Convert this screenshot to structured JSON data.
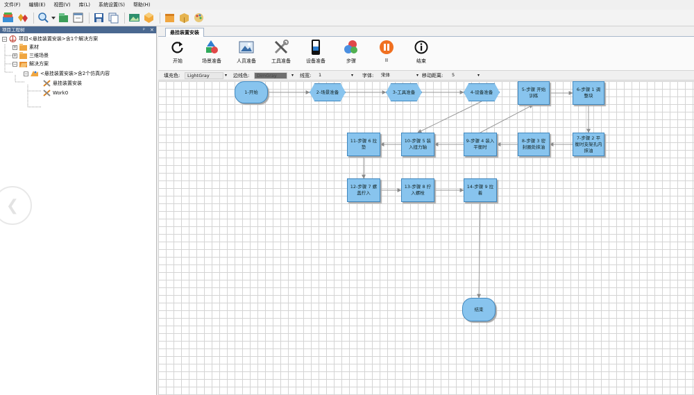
{
  "menu": [
    "文件(F)",
    "编辑(E)",
    "视图(V)",
    "库(L)",
    "系统设置(S)",
    "帮助(H)"
  ],
  "left_panel": {
    "title": "项目工程树",
    "pin": "ᵖ",
    "close": "×",
    "tree": [
      {
        "label": "项目<悬挂装置安装>含1个解决方案"
      },
      {
        "label": "素材"
      },
      {
        "label": "三维场景"
      },
      {
        "label": "解决方案"
      },
      {
        "label": "<悬挂装置安装>含2个仿真内容"
      },
      {
        "label": "悬挂装置安装"
      },
      {
        "label": "Work0"
      }
    ]
  },
  "tab": {
    "label": "悬挂装置安装"
  },
  "ribbon": [
    {
      "label": "开始",
      "icon": "refresh-icon"
    },
    {
      "label": "场景准备",
      "icon": "shapes-icon"
    },
    {
      "label": "人员准备",
      "icon": "picture-icon"
    },
    {
      "label": "工具准备",
      "icon": "tools-icon"
    },
    {
      "label": "设备准备",
      "icon": "device-icon"
    },
    {
      "label": "步骤",
      "icon": "steps-icon"
    },
    {
      "label": "II",
      "icon": "pause-icon"
    },
    {
      "label": "结束",
      "icon": "info-icon"
    }
  ],
  "props": {
    "fill_label": "填充色:",
    "fill_value": "LightGray",
    "line_color_label": "边线色:",
    "line_color_value": "DimGray",
    "line_width_label": "线宽:",
    "line_width_value": "1",
    "font_label": "字体:",
    "font_value": "宋体",
    "move_label": "移动距离:",
    "move_value": "5"
  },
  "flow": {
    "nodes": [
      {
        "id": "n1",
        "label": "1-开始",
        "shape": "round"
      },
      {
        "id": "n2",
        "label": "2-场景准备",
        "shape": "hex"
      },
      {
        "id": "n3",
        "label": "3-工具准备",
        "shape": "hex"
      },
      {
        "id": "n4",
        "label": "4-设备准备",
        "shape": "hex"
      },
      {
        "id": "n5",
        "label": "5-步骤 开始训练",
        "shape": "rect"
      },
      {
        "id": "n6",
        "label": "6-步骤 1 调整块",
        "shape": "rect"
      },
      {
        "id": "n7",
        "label": "7-步骤 2 平衡时支架孔内抹油",
        "shape": "rect"
      },
      {
        "id": "n8",
        "label": "8-步骤 3 密封圈处抹油",
        "shape": "rect"
      },
      {
        "id": "n9",
        "label": "9-步骤 4 装入平衡时",
        "shape": "rect"
      },
      {
        "id": "n10",
        "label": "10-步骤 5 装入扭力轴",
        "shape": "rect"
      },
      {
        "id": "n11",
        "label": "11-步骤 6 拉垫",
        "shape": "rect"
      },
      {
        "id": "n12",
        "label": "12-步骤 7 螺盖拧入",
        "shape": "rect"
      },
      {
        "id": "n13",
        "label": "13-步骤 8 拧入螺栓",
        "shape": "rect"
      },
      {
        "id": "n14",
        "label": "14-步骤 9 拉着",
        "shape": "rect"
      },
      {
        "id": "n15",
        "label": "结束",
        "shape": "round"
      }
    ],
    "edges": [
      [
        "n1",
        "n2"
      ],
      [
        "n2",
        "n3"
      ],
      [
        "n3",
        "n4"
      ],
      [
        "n4",
        "n10"
      ],
      [
        "n5",
        "n6"
      ],
      [
        "n6",
        "n7"
      ],
      [
        "n7",
        "n8"
      ],
      [
        "n8",
        "n9"
      ],
      [
        "n9",
        "n5"
      ],
      [
        "n9",
        "n10"
      ],
      [
        "n10",
        "n11"
      ],
      [
        "n11",
        "n12"
      ],
      [
        "n12",
        "n13"
      ],
      [
        "n13",
        "n14"
      ],
      [
        "n14",
        "n15"
      ]
    ]
  }
}
